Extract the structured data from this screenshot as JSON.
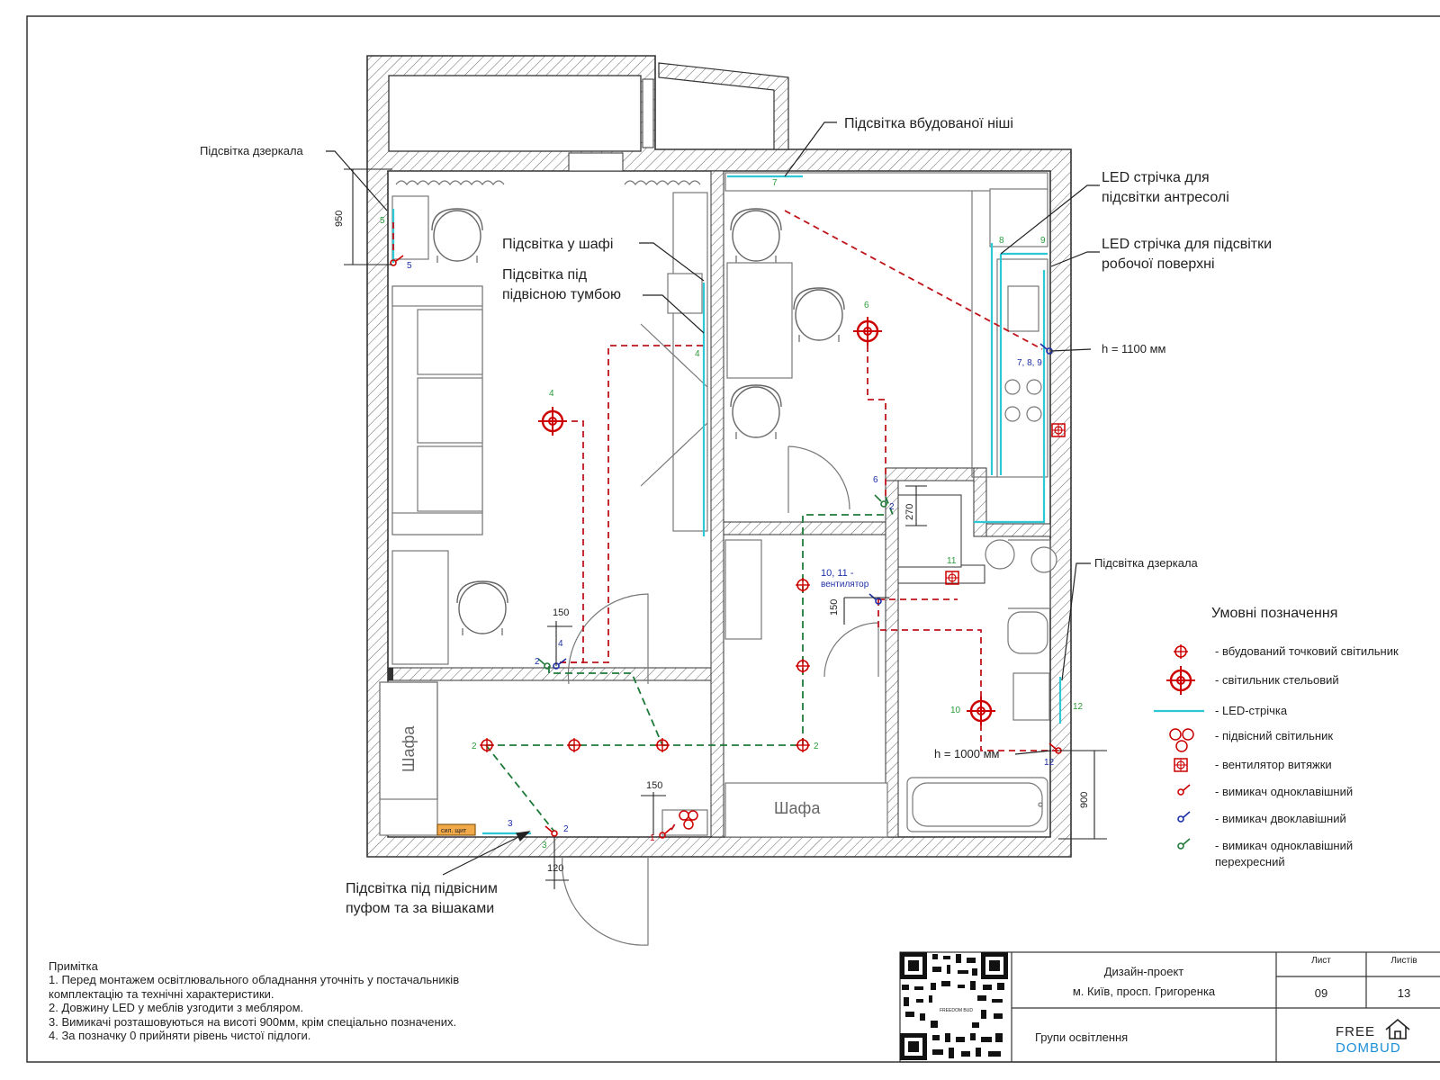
{
  "callouts": {
    "mirror_left": "Підсвітка дзеркала",
    "niche": "Підсвітка вбудованої ніші",
    "wardrobe": "Підсвітка у шафі",
    "nightstand_1": "Підсвітка під",
    "nightstand_2": "підвісною тумбою",
    "mezzanine_1": "LED стрічка для",
    "mezzanine_2": "підсвітки антресолі",
    "worktop_1": "LED стрічка для підсвітки",
    "worktop_2": "робочої поверхні",
    "height_kitchen": "h = 1100 мм",
    "mirror_right": "Підсвітка дзеркала",
    "height_bath": "h = 1000 мм",
    "pouf_1": "Підсвітка під підвісним",
    "pouf_2": "пуфом та за вішаками",
    "fan_1": "10, 11 -",
    "fan_2": "вентилятор",
    "kitchen_switch_ids": "7, 8, 9"
  },
  "dimensions": {
    "d950": "950",
    "d270": "270",
    "d150a": "150",
    "d150b": "150",
    "d150c": "150",
    "d120": "120",
    "d900": "900"
  },
  "rooms": {
    "wardrobe_hall": "Шафа",
    "wardrobe_corridor": "Шафа",
    "panel_label": "сил. щит"
  },
  "group_numbers": {
    "g2a": "2",
    "g2b": "2",
    "g2c": "2",
    "g2d": "2",
    "g3a": "3",
    "g3b": "3",
    "g4a": "4",
    "g4b": "4",
    "g4c": "4",
    "g5a": "5",
    "g5b": "5",
    "g6a": "6",
    "g6b": "6",
    "g7": "7",
    "g8": "8",
    "g9": "9",
    "g10": "10",
    "g11": "11",
    "g12a": "12",
    "g12b": "12",
    "g1": "1",
    "g2e": "2"
  },
  "legend": {
    "title": "Умовні позначення",
    "items": [
      "- вбудований точковий світильник",
      "- світильник стельовий",
      "- LED-стрічка",
      "- підвісний світильник",
      "- вентилятор витяжки",
      "- вимикач одноклавішний",
      "- вимикач двоклавішний",
      "- вимикач одноклавішний",
      "перехресний"
    ]
  },
  "notes": {
    "title": "Примітка",
    "lines": [
      "1. Перед монтажем освітлювального обладнання уточніть у постачальників",
      "комплектацію та технічні характеристики.",
      "2. Довжину LED у меблів узгодити з мебляром.",
      "3. Вимикачі розташовуються на висоті 900мм, крім спеціально позначених.",
      "4. За позначку 0 прийняти рівень чистої підлоги."
    ]
  },
  "title_block": {
    "project": "Дизайн-проект",
    "address": "м. Київ, просп. Григоренка",
    "sheet_title": "Групи освітлення",
    "sheet_label": "Лист",
    "sheets_label": "Листів",
    "sheet_no": "09",
    "sheets_total": "13",
    "brand_top": "FREE",
    "brand_bottom": "DOMBUD",
    "qr_brand": "FREEDOM BUD"
  },
  "colors": {
    "wiring_red": "#c0141b",
    "wiring_green": "#1e7a3a",
    "led": "#2ec7d6",
    "switch_blue": "#1d2fa8"
  }
}
